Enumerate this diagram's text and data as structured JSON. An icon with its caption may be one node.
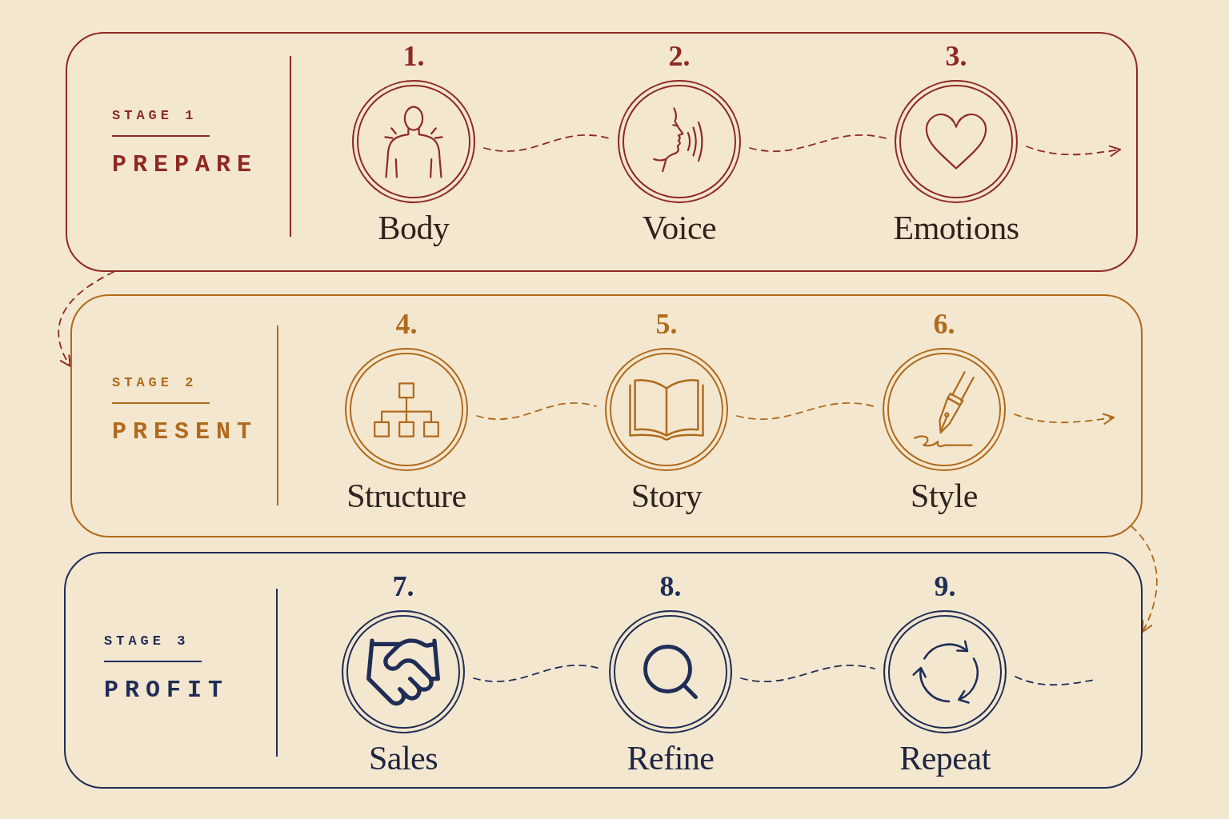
{
  "diagram": {
    "nodes": [
      {
        "text": [
          "STAGE 1",
          "PREPARE"
        ]
      },
      {
        "text": [
          "1.",
          "Body"
        ],
        "in": 0
      },
      {
        "text": [
          "2.",
          "Voice"
        ],
        "in": 0
      },
      {
        "text": [
          "3.",
          "Emotions"
        ],
        "in": 0
      },
      {
        "text": [
          "STAGE 2",
          "PRESENT"
        ]
      },
      {
        "text": [
          "4.",
          "Structure"
        ],
        "in": 4
      },
      {
        "text": [
          "5.",
          "Story"
        ],
        "in": 4
      },
      {
        "text": [
          "6.",
          "Style"
        ],
        "in": 4
      },
      {
        "text": [
          "STAGE 3",
          "PROFIT"
        ]
      },
      {
        "text": [
          "7.",
          "Sales"
        ],
        "in": 8
      },
      {
        "text": [
          "8.",
          "Refine"
        ],
        "in": 8
      },
      {
        "text": [
          "9.",
          "Repeat"
        ],
        "in": 8
      }
    ],
    "edges": [
      {
        "from": 1,
        "to": 2,
        "arrow": "none",
        "style": "dashed",
        "color": "#8e2a24"
      },
      {
        "from": 2,
        "to": 3,
        "arrow": "none",
        "style": "dashed",
        "color": "#8e2a24"
      },
      {
        "from": 3,
        "to": null,
        "arrow": "to",
        "style": "dashed",
        "color": "#8e2a24"
      },
      {
        "from": 0,
        "to": 4,
        "arrow": "to",
        "style": "dashed",
        "color": "#8e2a24"
      },
      {
        "from": 5,
        "to": 6,
        "arrow": "none",
        "style": "dashed",
        "color": "#b06a1c"
      },
      {
        "from": 6,
        "to": 7,
        "arrow": "none",
        "style": "dashed",
        "color": "#b06a1c"
      },
      {
        "from": 7,
        "to": null,
        "arrow": "to",
        "style": "dashed",
        "color": "#b06a1c"
      },
      {
        "from": 4,
        "to": 8,
        "arrow": "to",
        "style": "dashed",
        "color": "#b06a1c"
      },
      {
        "from": 9,
        "to": 10,
        "arrow": "none",
        "style": "dashed",
        "color": "#1f2d57"
      },
      {
        "from": 10,
        "to": 11,
        "arrow": "none",
        "style": "dashed",
        "color": "#1f2d57"
      },
      {
        "from": 11,
        "to": null,
        "arrow": "none",
        "style": "dashed",
        "color": "#1f2d57"
      }
    ]
  }
}
